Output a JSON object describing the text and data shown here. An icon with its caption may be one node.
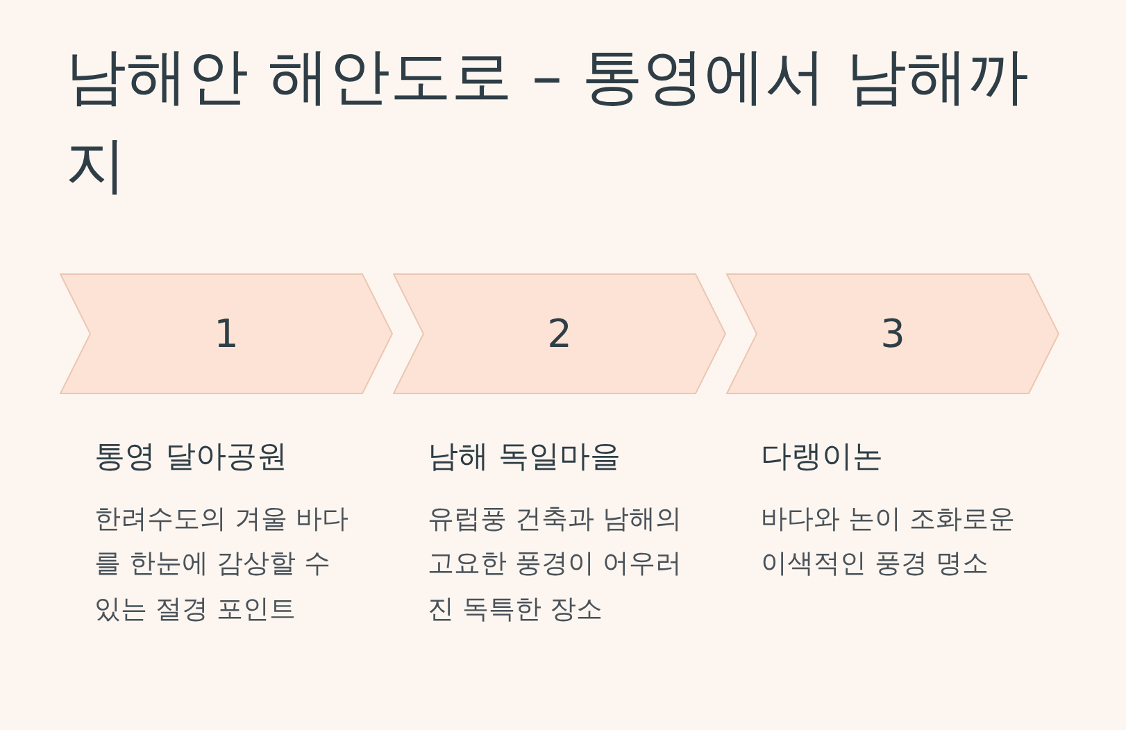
{
  "diagram": {
    "title": "남해안 해안도로 – 통영에서 남해까지",
    "nodes": [
      {
        "text": [
          "1",
          "통영 달아공원",
          "한려수도의 겨울 바다를 한눈에 감상할 수 있는 절경 포인트"
        ]
      },
      {
        "text": [
          "2",
          "남해 독일마을",
          "유럽풍 건축과 남해의 고요한 풍경이 어우러진 독특한 장소"
        ]
      },
      {
        "text": [
          "3",
          "다랭이논",
          "바다와 논이 조화로운 이색적인 풍경 명소"
        ]
      }
    ]
  }
}
